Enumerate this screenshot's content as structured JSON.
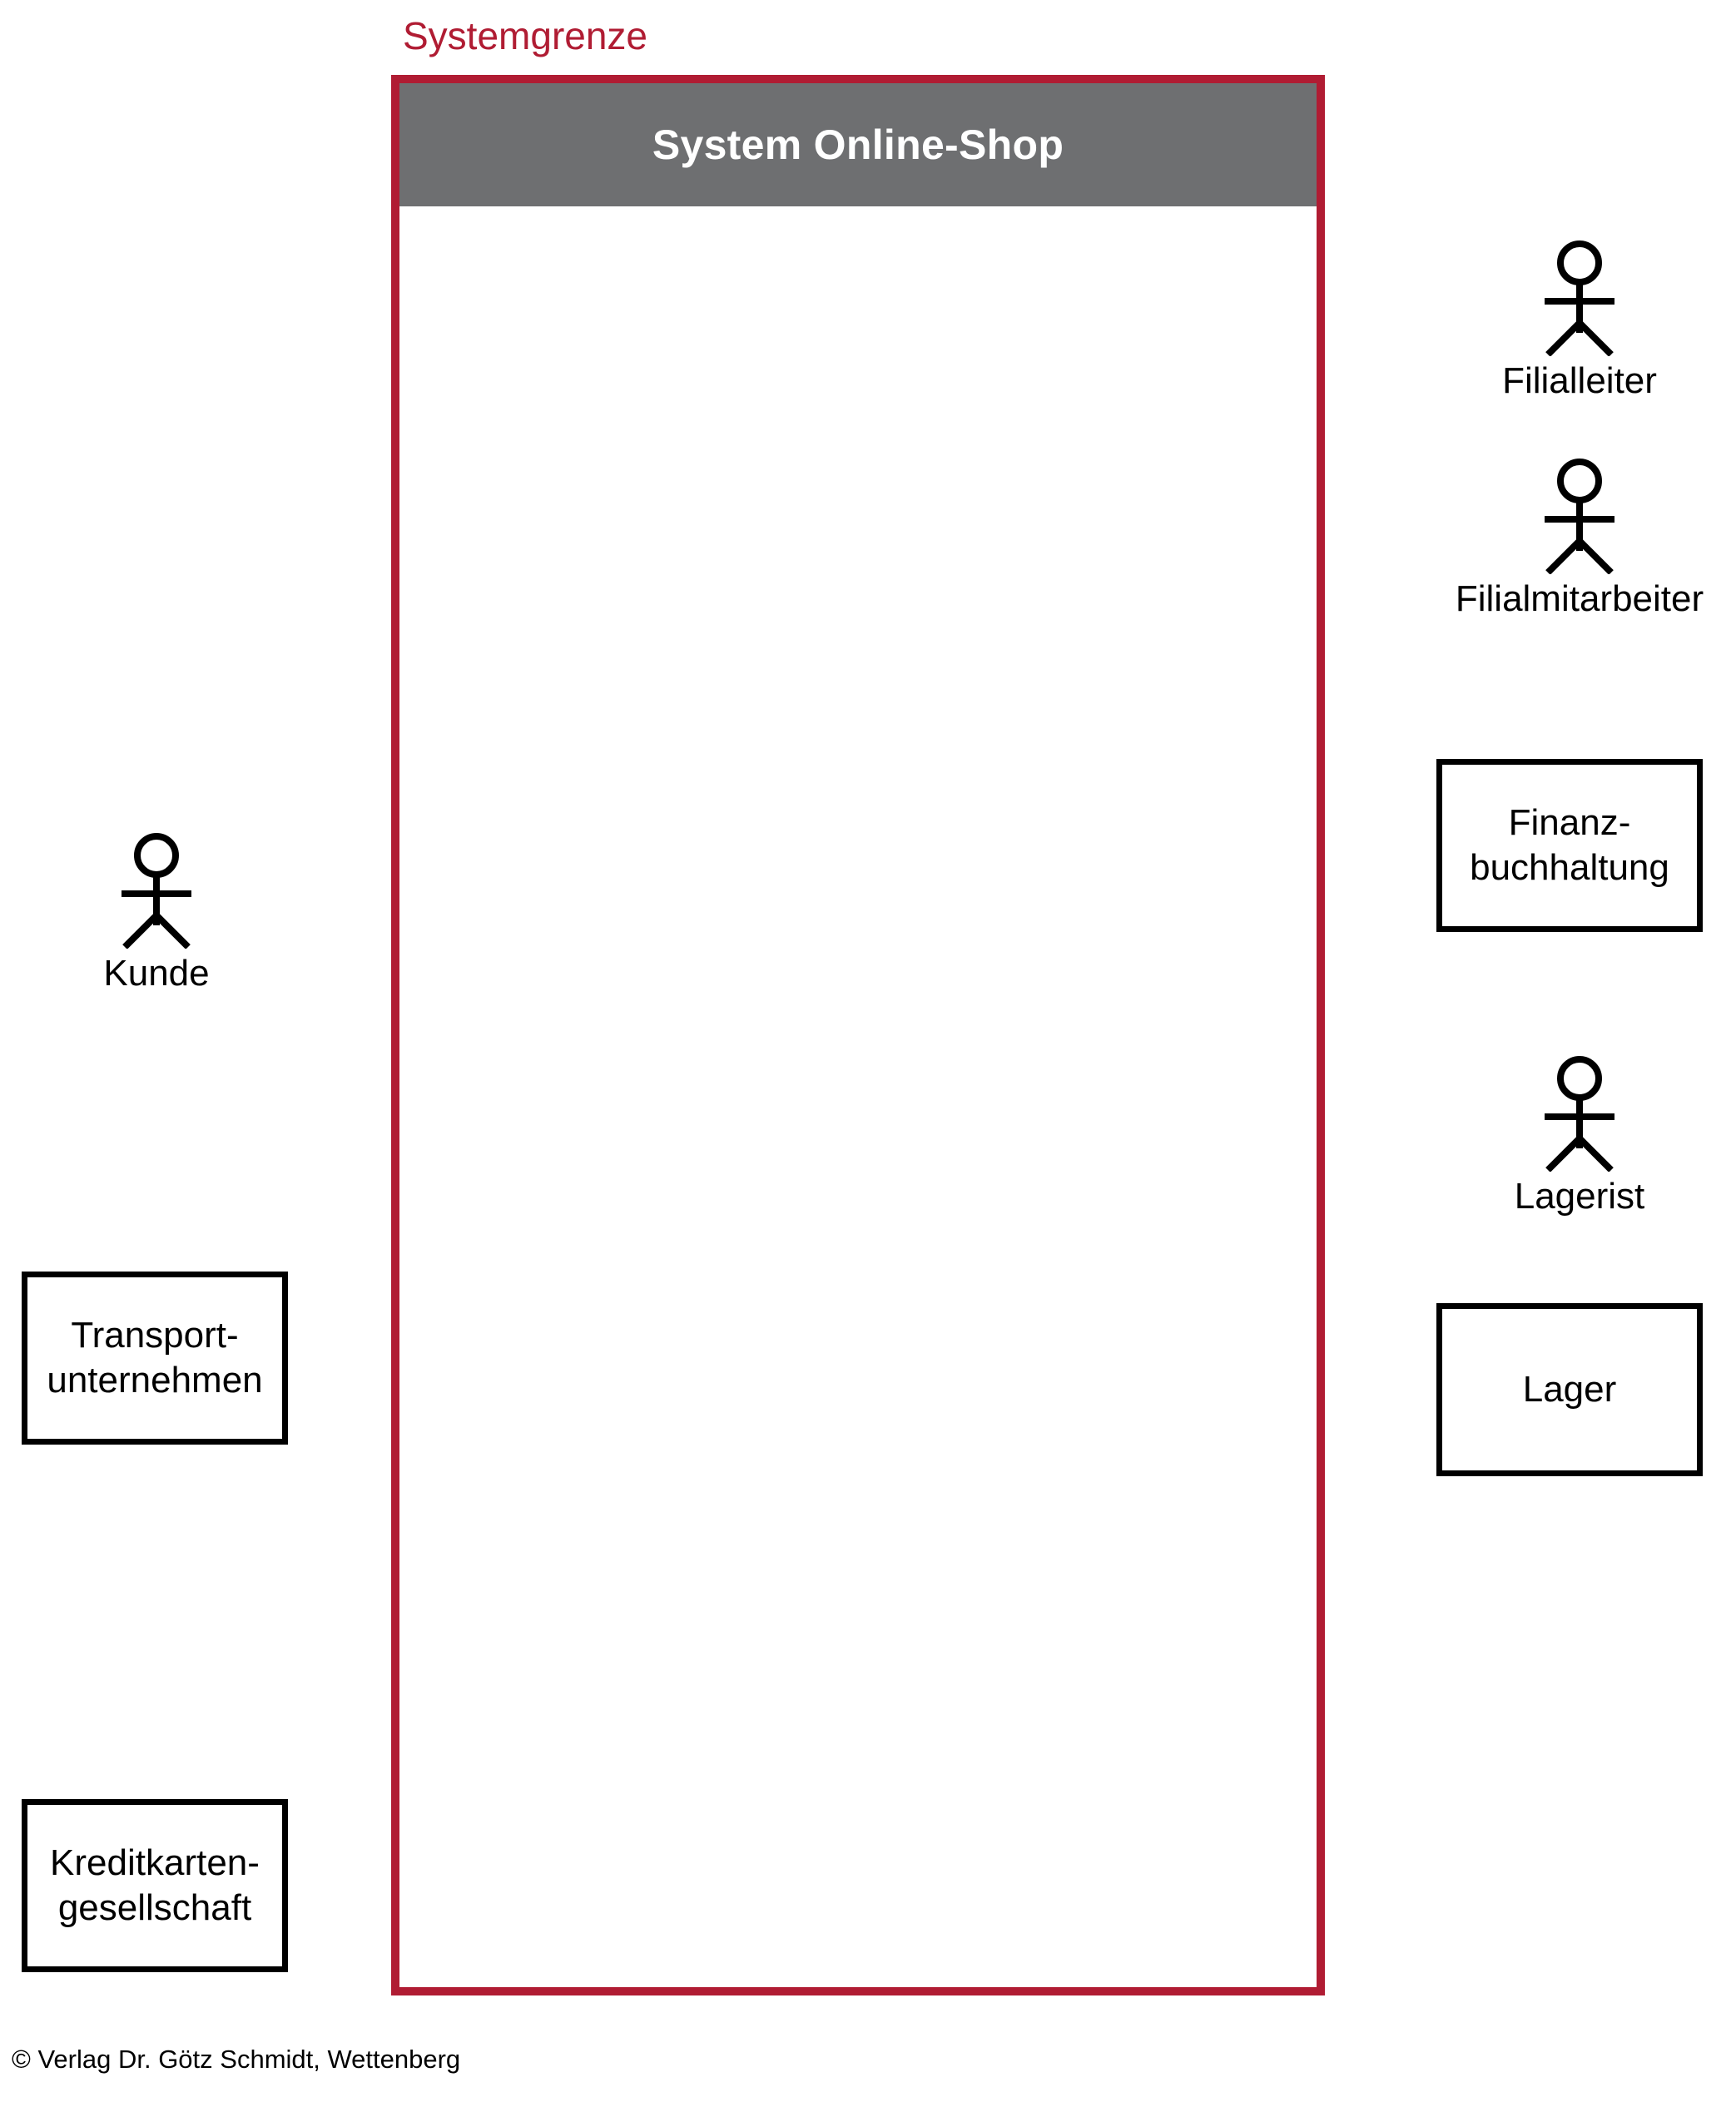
{
  "diagram": {
    "boundary_label": "Systemgrenze",
    "system": {
      "title": "System Online-Shop",
      "header_color": "#6E6F71",
      "border_color": "#B01C33",
      "body_color": "#ffffff"
    },
    "left_actors": [
      {
        "id": "kunde",
        "type": "stick-figure",
        "label": "Kunde"
      }
    ],
    "left_system_actors": [
      {
        "id": "transportunternehmen",
        "type": "box",
        "line1": "Transport-",
        "line2": "unternehmen"
      },
      {
        "id": "kreditkartengesellschaft",
        "type": "box",
        "line1": "Kreditkarten-",
        "line2": "gesellschaft"
      }
    ],
    "right_actors": [
      {
        "id": "filialleiter",
        "type": "stick-figure",
        "label": "Filialleiter"
      },
      {
        "id": "filialmitarbeiter",
        "type": "stick-figure",
        "label": "Filialmitarbeiter"
      },
      {
        "id": "lagerist",
        "type": "stick-figure",
        "label": "Lagerist"
      }
    ],
    "right_system_actors": [
      {
        "id": "finanzbuchhaltung",
        "type": "box",
        "line1": "Finanz-",
        "line2": "buchhaltung"
      },
      {
        "id": "lager",
        "type": "box",
        "line1": "Lager",
        "line2": ""
      }
    ]
  },
  "footer": {
    "copyright": "© Verlag Dr. Götz Schmidt, Wettenberg"
  }
}
